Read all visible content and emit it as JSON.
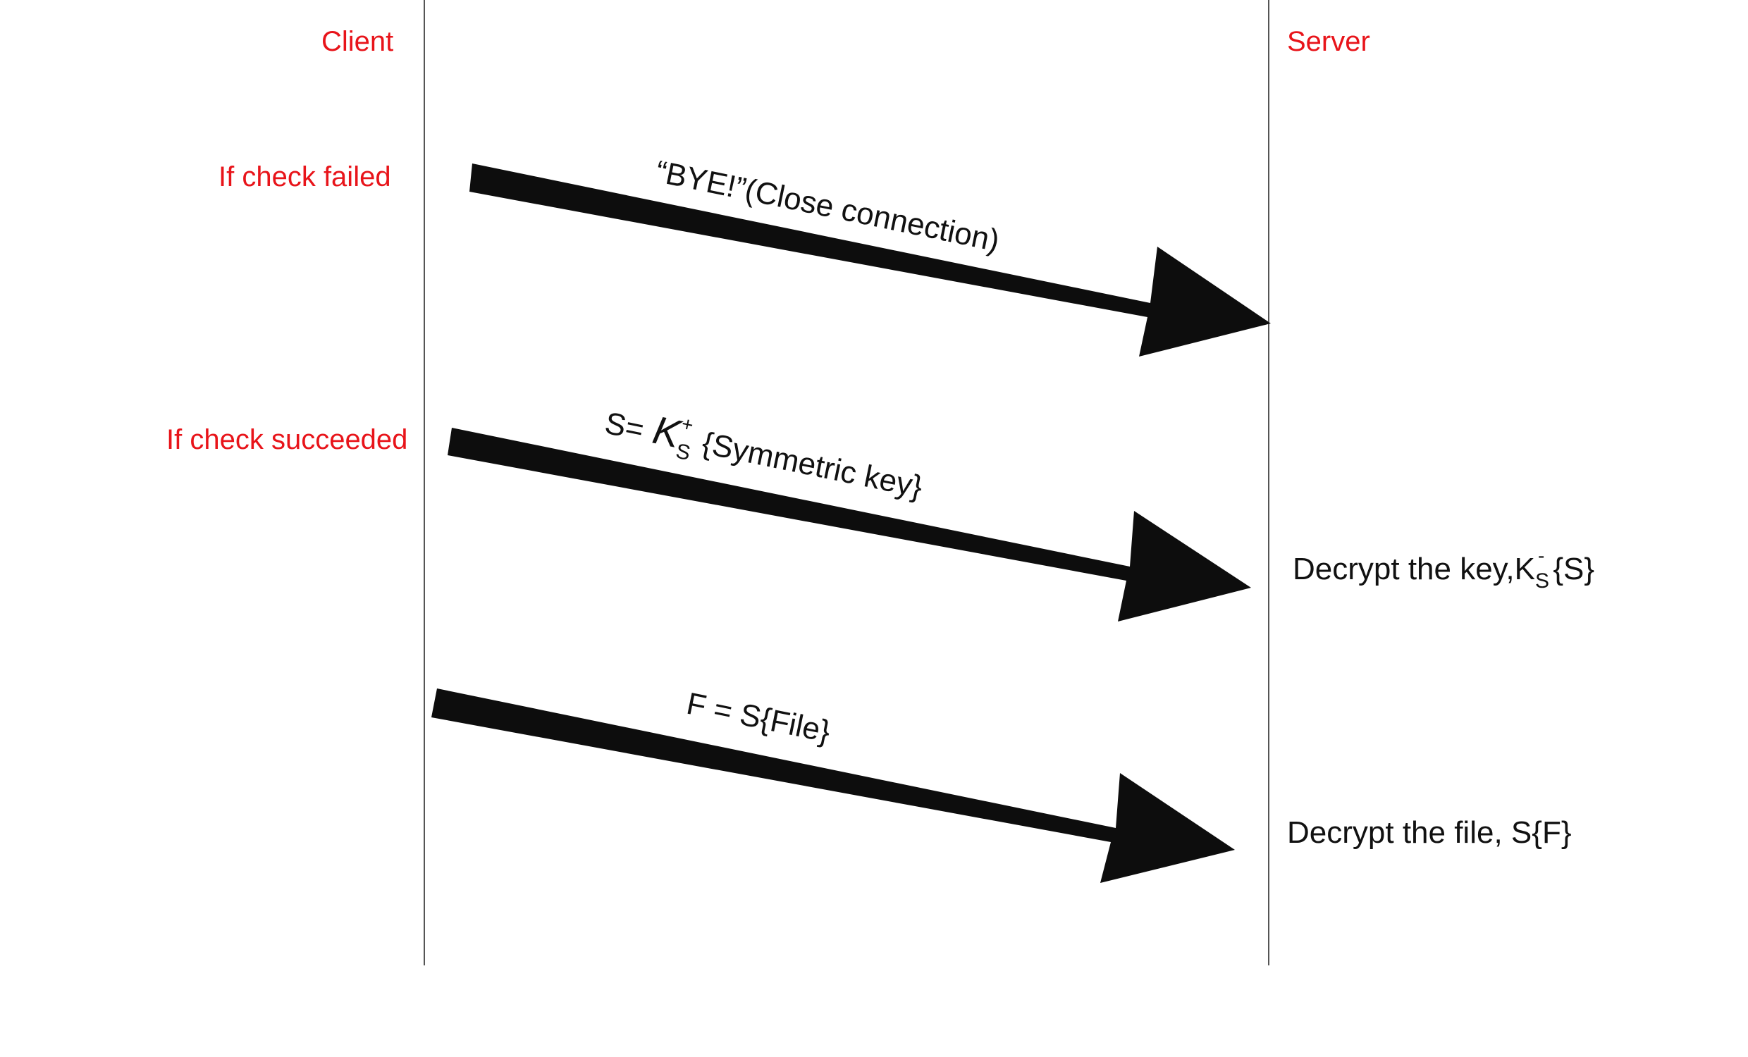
{
  "participants": {
    "client": "Client",
    "server": "Server"
  },
  "conditions": {
    "failed": "If check failed",
    "succeeded": "If check succeeded"
  },
  "messages": {
    "bye": "“BYE!”(Close connection)",
    "session_key": {
      "prefix": "S=",
      "key_symbol": "K",
      "key_subscript": "S",
      "key_superscript": "+",
      "suffix": "{Symmetric key}"
    },
    "file": "F = S{File}"
  },
  "server_actions": {
    "decrypt_key": {
      "prefix": "Decrypt the key,",
      "key_symbol": "K",
      "key_subscript": "S",
      "key_superscript": "-",
      "suffix": "{S}"
    },
    "decrypt_file": "Decrypt the file, S{F}"
  },
  "colors": {
    "label_red": "#e8141a",
    "arrow": "#0d0d0d",
    "lifeline": "#555555"
  }
}
